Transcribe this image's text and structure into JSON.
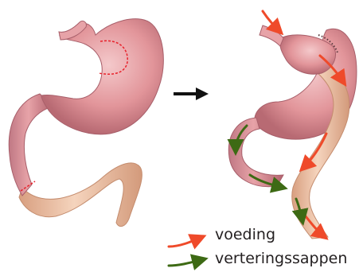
{
  "figure": {
    "title": "",
    "panels": [
      {
        "id": "before",
        "depicts": "stomach with attached duodenum; dashed lines mark the section cut away"
      },
      {
        "id": "after",
        "depicts": "small stomach pouch joined to an intestinal limb after gastric bypass"
      }
    ],
    "transition_icon": "arrow-right-icon"
  },
  "colors": {
    "stomach": "#e2959a",
    "stomach_light": "#f4c9cb",
    "stomach_shadow": "#b86a73",
    "intestine": "#efc5a8",
    "intestine_shadow": "#d89f80",
    "cut_line": "#e8212b",
    "food_arrow": "#ef4a2a",
    "juice_arrow": "#3d6a14",
    "text": "#231f20"
  },
  "legend": {
    "food_label": "voeding",
    "juice_label": "verteringssappen"
  }
}
